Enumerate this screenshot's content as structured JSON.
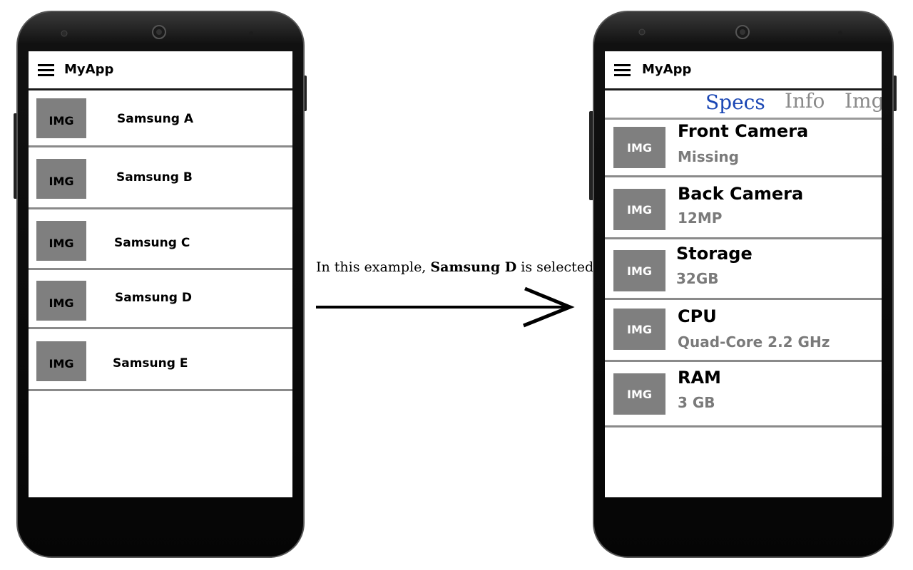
{
  "left_phone": {
    "app_title": "MyApp",
    "thumb_label": "IMG",
    "items": [
      {
        "label": "Samsung A"
      },
      {
        "label": "Samsung B"
      },
      {
        "label": "Samsung C"
      },
      {
        "label": "Samsung D"
      },
      {
        "label": "Samsung E"
      }
    ]
  },
  "caption": {
    "prefix": "In this example,",
    "highlight": "Samsung D",
    "suffix": "is selected"
  },
  "right_phone": {
    "app_title": "MyApp",
    "thumb_label": "IMG",
    "tabs": [
      {
        "label": "Specs",
        "active": true
      },
      {
        "label": "Info",
        "active": false
      },
      {
        "label": "Img",
        "active": false
      }
    ],
    "specs": [
      {
        "name": "Front Camera",
        "value": "Missing"
      },
      {
        "name": "Back Camera",
        "value": "12MP"
      },
      {
        "name": "Storage",
        "value": "32GB"
      },
      {
        "name": "CPU",
        "value": "Quad-Core 2.2 GHz"
      },
      {
        "name": "RAM",
        "value": "3 GB"
      }
    ]
  },
  "colors": {
    "active_tab": "#1a46b4",
    "inactive_tab": "#8a8a8a",
    "thumb": "#7f7f7f",
    "divider": "#8a8a8a",
    "phone_body": "#0c0c0c"
  }
}
